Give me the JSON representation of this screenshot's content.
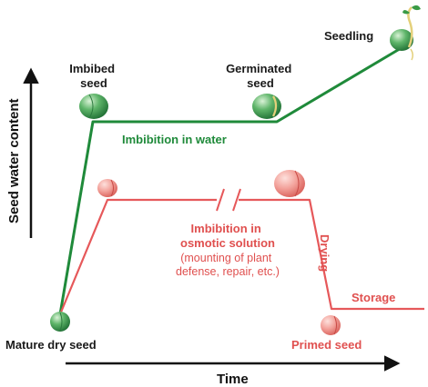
{
  "colors": {
    "water_line": "#1f8a3a",
    "osmotic_line": "#e6585a",
    "axis": "#111111"
  },
  "axes": {
    "y_label": "Seed water content",
    "x_label": "Time"
  },
  "labels": {
    "seedling": "Seedling",
    "imbibed_seed": [
      "Imbibed",
      "seed"
    ],
    "germinated_seed": [
      "Germinated",
      "seed"
    ],
    "imbibition_in_water": "Imbibition in water",
    "imbibition_osmotic": [
      "Imbibition in",
      "osmotic solution"
    ],
    "osmotic_note": [
      "(mounting of plant",
      "defense, repair, etc.)"
    ],
    "drying": "Drying",
    "storage": "Storage",
    "mature_dry_seed": "Mature dry seed",
    "primed_seed": "Primed seed"
  },
  "icons": {
    "mature_dry_seed": "green-seed-icon",
    "imbibed_seed": "green-seed-icon",
    "germinated_seed": "germinated-seed-icon",
    "seedling": "seedling-icon",
    "osmotic_start_seed": "pink-seed-icon",
    "osmotic_end_seed": "pink-seed-icon",
    "primed_seed": "pink-seed-icon"
  }
}
